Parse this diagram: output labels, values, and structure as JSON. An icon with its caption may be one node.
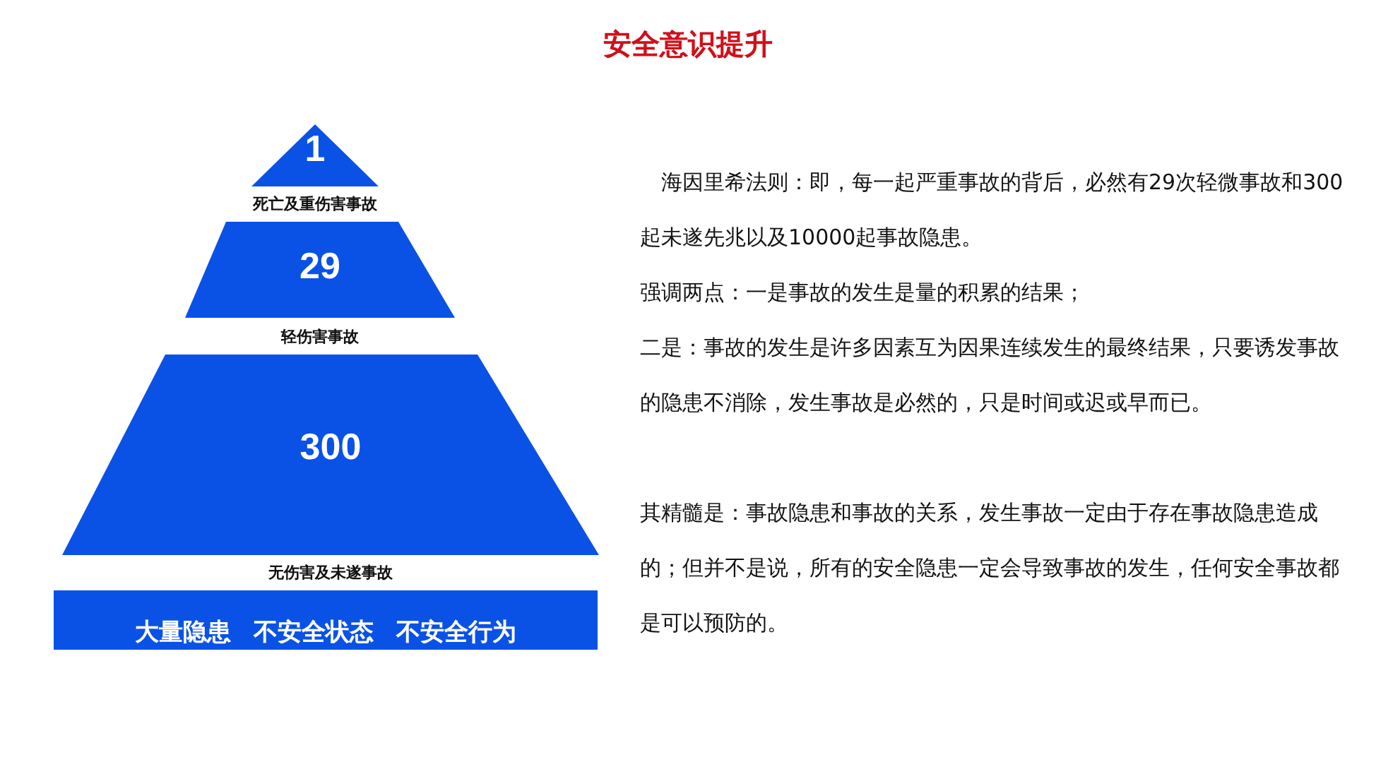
{
  "diagram": {
    "title": "安全意识提升",
    "nodes": [
      {
        "text": [
          "1"
        ],
        "beside": [
          "死亡及重伤害事故"
        ]
      },
      {
        "text": [
          "29"
        ],
        "beside": [
          "轻伤害事故"
        ]
      },
      {
        "text": [
          "300"
        ],
        "beside": [
          "无伤害及未遂事故"
        ]
      },
      {
        "text": [
          "大量隐患 不安全状态 不安全行为"
        ]
      }
    ],
    "edges": [],
    "labels": [
      "海因里希法则：即，每一起严重事故的背后，必然有29次轻微事故和300起未遂先兆以及10000起事故隐患。",
      "强调两点：一是事故的发生是量的积累的结果；",
      "二是：事故的发生是许多因素互为因果连续发生的最终结果，只要诱发事故的隐患不消除，发生事故是必然的，只是时间或迟或早而已。",
      "其精髓是：事故隐患和事故的关系，发生事故一定由于存在事故隐患造成的；但并不是说，所有的安全隐患一定会导致事故的发生，任何安全事故都是可以预防的。"
    ]
  }
}
